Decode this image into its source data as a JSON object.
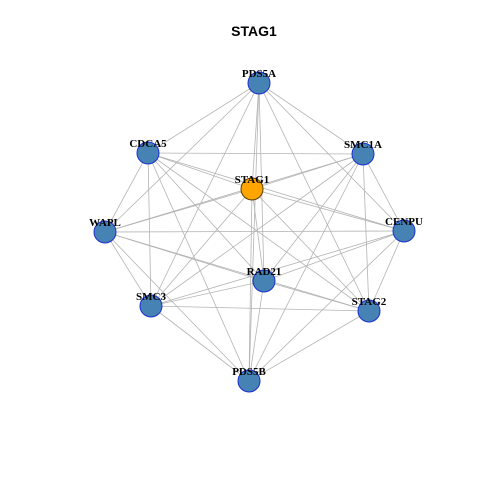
{
  "title": "STAG1",
  "colors": {
    "hub_fill": "#FFA500",
    "hub_stroke": "#5a3a00",
    "node_fill": "#4682B4",
    "node_stroke": "#1a2fd0",
    "edge": "#b4b4b4"
  },
  "nodes": [
    {
      "id": "PDS5A",
      "hub": false
    },
    {
      "id": "CDCA5",
      "hub": false
    },
    {
      "id": "SMC1A",
      "hub": false
    },
    {
      "id": "STAG1",
      "hub": true
    },
    {
      "id": "WAPL",
      "hub": false
    },
    {
      "id": "CENPU",
      "hub": false
    },
    {
      "id": "RAD21",
      "hub": false
    },
    {
      "id": "SMC3",
      "hub": false
    },
    {
      "id": "STAG2",
      "hub": false
    },
    {
      "id": "PDS5B",
      "hub": false
    }
  ],
  "edges": [
    [
      "PDS5A",
      "CDCA5"
    ],
    [
      "PDS5A",
      "SMC1A"
    ],
    [
      "PDS5A",
      "STAG1"
    ],
    [
      "PDS5A",
      "WAPL"
    ],
    [
      "PDS5A",
      "CENPU"
    ],
    [
      "PDS5A",
      "RAD21"
    ],
    [
      "PDS5A",
      "SMC3"
    ],
    [
      "PDS5A",
      "STAG2"
    ],
    [
      "PDS5A",
      "PDS5B"
    ],
    [
      "CDCA5",
      "SMC1A"
    ],
    [
      "CDCA5",
      "STAG1"
    ],
    [
      "CDCA5",
      "WAPL"
    ],
    [
      "CDCA5",
      "CENPU"
    ],
    [
      "CDCA5",
      "RAD21"
    ],
    [
      "CDCA5",
      "SMC3"
    ],
    [
      "CDCA5",
      "STAG2"
    ],
    [
      "CDCA5",
      "PDS5B"
    ],
    [
      "SMC1A",
      "STAG1"
    ],
    [
      "SMC1A",
      "WAPL"
    ],
    [
      "SMC1A",
      "CENPU"
    ],
    [
      "SMC1A",
      "RAD21"
    ],
    [
      "SMC1A",
      "SMC3"
    ],
    [
      "SMC1A",
      "STAG2"
    ],
    [
      "SMC1A",
      "PDS5B"
    ],
    [
      "STAG1",
      "WAPL"
    ],
    [
      "STAG1",
      "CENPU"
    ],
    [
      "STAG1",
      "RAD21"
    ],
    [
      "STAG1",
      "SMC3"
    ],
    [
      "STAG1",
      "STAG2"
    ],
    [
      "STAG1",
      "PDS5B"
    ],
    [
      "WAPL",
      "CENPU"
    ],
    [
      "WAPL",
      "RAD21"
    ],
    [
      "WAPL",
      "SMC3"
    ],
    [
      "WAPL",
      "STAG2"
    ],
    [
      "WAPL",
      "PDS5B"
    ],
    [
      "CENPU",
      "RAD21"
    ],
    [
      "CENPU",
      "SMC3"
    ],
    [
      "CENPU",
      "STAG2"
    ],
    [
      "CENPU",
      "PDS5B"
    ],
    [
      "RAD21",
      "SMC3"
    ],
    [
      "RAD21",
      "STAG2"
    ],
    [
      "RAD21",
      "PDS5B"
    ],
    [
      "SMC3",
      "STAG2"
    ],
    [
      "SMC3",
      "PDS5B"
    ],
    [
      "STAG2",
      "PDS5B"
    ]
  ]
}
